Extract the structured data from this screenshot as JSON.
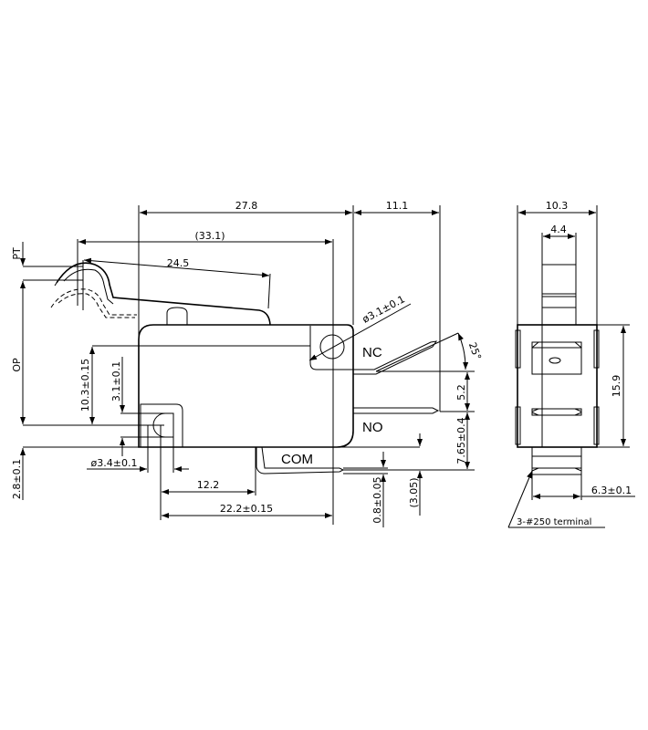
{
  "side_view": {
    "dims": {
      "body_length": "27.8",
      "terminal_extent": "11.1",
      "lever_length_ref": "(33.1)",
      "lever_length": "24.5",
      "pt": "PT",
      "op": "OP",
      "bottom_offset": "2.8±0.1",
      "hole_height": "10.3±0.15",
      "hole_slot": "3.1±0.1",
      "hole_dia_left": "ø3.4±0.1",
      "hole_dia_right": "ø3.1±0.1",
      "com_offset": "12.2",
      "hole_spacing": "22.2±0.15",
      "nc_no_spacing": "5.2",
      "no_height": "7.65±0.4",
      "com_thickness": "0.8±0.05",
      "com_offset_ref": "(3.05)",
      "nc_angle": "25°"
    },
    "terminals": {
      "nc": "NC",
      "no": "NO",
      "com": "COM"
    }
  },
  "end_view": {
    "dims": {
      "width": "10.3",
      "actuator_width": "4.4",
      "height": "15.9",
      "terminal_width": "6.3±0.1"
    },
    "note": "3-#250 terminal"
  }
}
